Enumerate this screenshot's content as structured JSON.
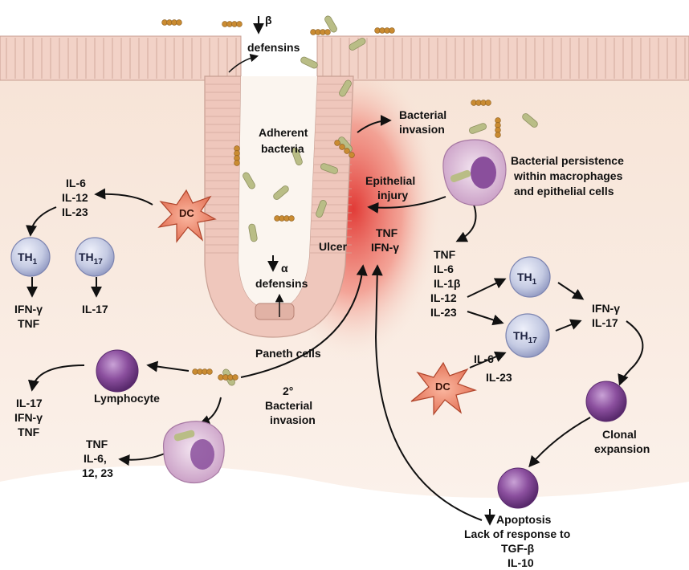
{
  "colors": {
    "tissue": "#f6e6da",
    "epithelium": "#f1cfc4",
    "ulcer_red": "#e23a36",
    "bacteria_rod": "#b9bd86",
    "bacteria_cocci": "#c98b32",
    "th_cell": "#c6cde4",
    "lymphocyte": "#8a4f9c",
    "macrophage": "#dcbcd8",
    "dc": "#ef8c72"
  },
  "top": {
    "beta_defensins": "β",
    "beta_defensins_word": "defensins",
    "adherent_1": "Adherent",
    "adherent_2": "bacteria",
    "bacterial_invasion_1": "Bacterial",
    "bacterial_invasion_2": "invasion",
    "persistence_1": "Bacterial persistence",
    "persistence_2": "within macrophages",
    "persistence_3": "and epithelial cells",
    "epithelial_injury_1": "Epithelial",
    "epithelial_injury_2": "injury",
    "ulcer": "Ulcer",
    "tnf": "TNF",
    "ifn": "IFN-γ",
    "alpha_defensins": "α",
    "alpha_defensins_word": "defensins",
    "paneth": "Paneth cells"
  },
  "left": {
    "il6": "IL-6",
    "il12": "IL-12",
    "il23": "IL-23",
    "dc": "DC",
    "th1": "TH",
    "th1_sub": "1",
    "th17": "TH",
    "th17_sub": "17",
    "th1_out_1": "IFN-γ",
    "th1_out_2": "TNF",
    "th17_out": "IL-17"
  },
  "right": {
    "c1": "TNF",
    "c2": "IL-6",
    "c3": "IL-1β",
    "c4": "IL-12",
    "c5": "IL-23",
    "th1": "TH",
    "th1_sub": "1",
    "th17": "TH",
    "th17_sub": "17",
    "out1": "IFN-γ",
    "out2": "IL-17",
    "dc": "DC",
    "dc_il6": "IL-6",
    "dc_il23": "IL-23",
    "clonal_1": "Clonal",
    "clonal_2": "expansion",
    "apoptosis_1": "Apoptosis",
    "apoptosis_2": "Lack of response to",
    "apoptosis_3": "TGF-β",
    "apoptosis_4": "IL-10"
  },
  "bottom": {
    "lymphocyte": "Lymphocyte",
    "l1": "IL-17",
    "l2": "IFN-γ",
    "l3": "TNF",
    "m1": "TNF",
    "m2": "IL-6,",
    "m3": "12, 23",
    "secondary_1": "2°",
    "secondary_2": "Bacterial",
    "secondary_3": "invasion"
  }
}
